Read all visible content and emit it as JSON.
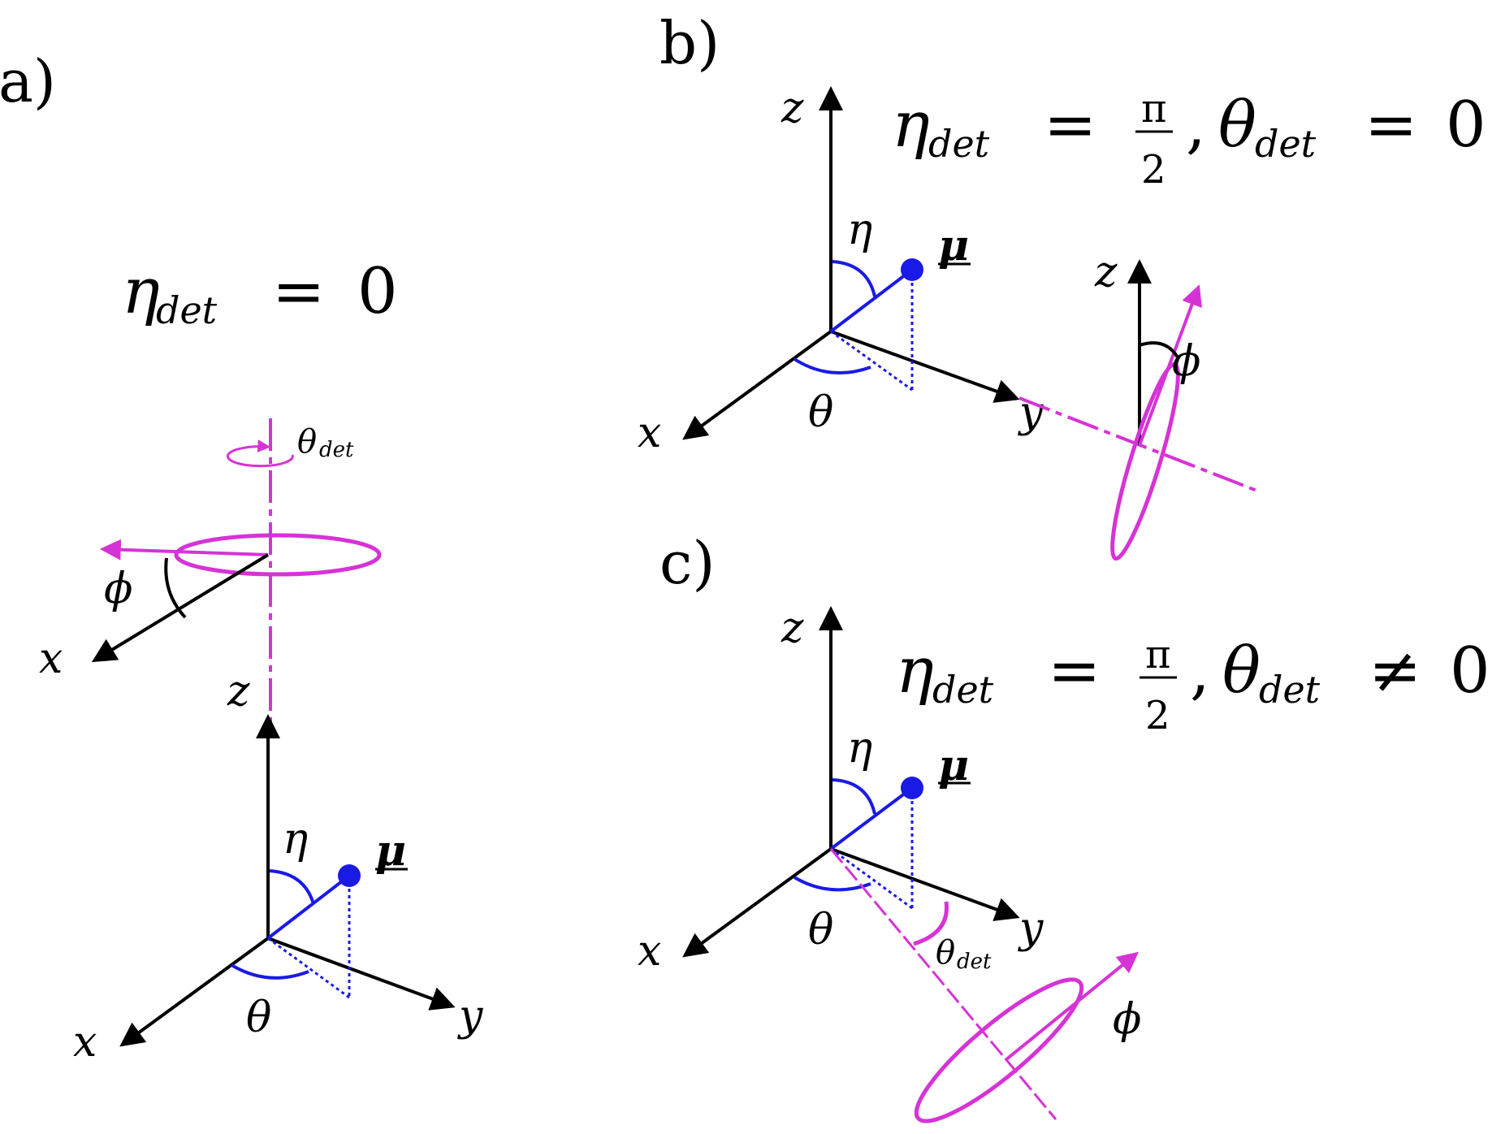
{
  "panels": {
    "a": {
      "label": "a)",
      "equation": {
        "lhs": "η",
        "sub": "det",
        "op": "=",
        "rhs": "0"
      },
      "axes": {
        "x": "x",
        "y": "y",
        "z": "z"
      },
      "angles": {
        "eta": "η",
        "theta": "θ",
        "phi": "ϕ",
        "theta_det": "θ",
        "theta_det_sub": "det"
      },
      "dipole": "μ",
      "detector_axes": {
        "x": "x"
      }
    },
    "b": {
      "label": "b)",
      "equation": {
        "lhs": "η",
        "lhs_sub": "det",
        "op": "=",
        "frac_num": "π",
        "frac_den": "2",
        "sep": ",",
        "lhs2": "θ",
        "lhs2_sub": "det",
        "op2": "=",
        "rhs2": "0"
      },
      "axes": {
        "x": "x",
        "y": "y",
        "z": "z"
      },
      "angles": {
        "eta": "η",
        "theta": "θ",
        "phi": "ϕ"
      },
      "dipole": "μ",
      "detector_axes": {
        "z": "z"
      }
    },
    "c": {
      "label": "c)",
      "equation": {
        "lhs": "η",
        "lhs_sub": "det",
        "op": "=",
        "frac_num": "π",
        "frac_den": "2",
        "sep": ",",
        "lhs2": "θ",
        "lhs2_sub": "det",
        "op2": "≠",
        "rhs2": "0"
      },
      "axes": {
        "x": "x",
        "y": "y",
        "z": "z"
      },
      "angles": {
        "eta": "η",
        "theta": "θ",
        "phi": "ϕ",
        "theta_det": "θ",
        "theta_det_sub": "det"
      },
      "dipole": "μ"
    }
  },
  "colors": {
    "axis": "#000000",
    "dipole": "#1a1ae6",
    "detector": "#d633d6"
  }
}
